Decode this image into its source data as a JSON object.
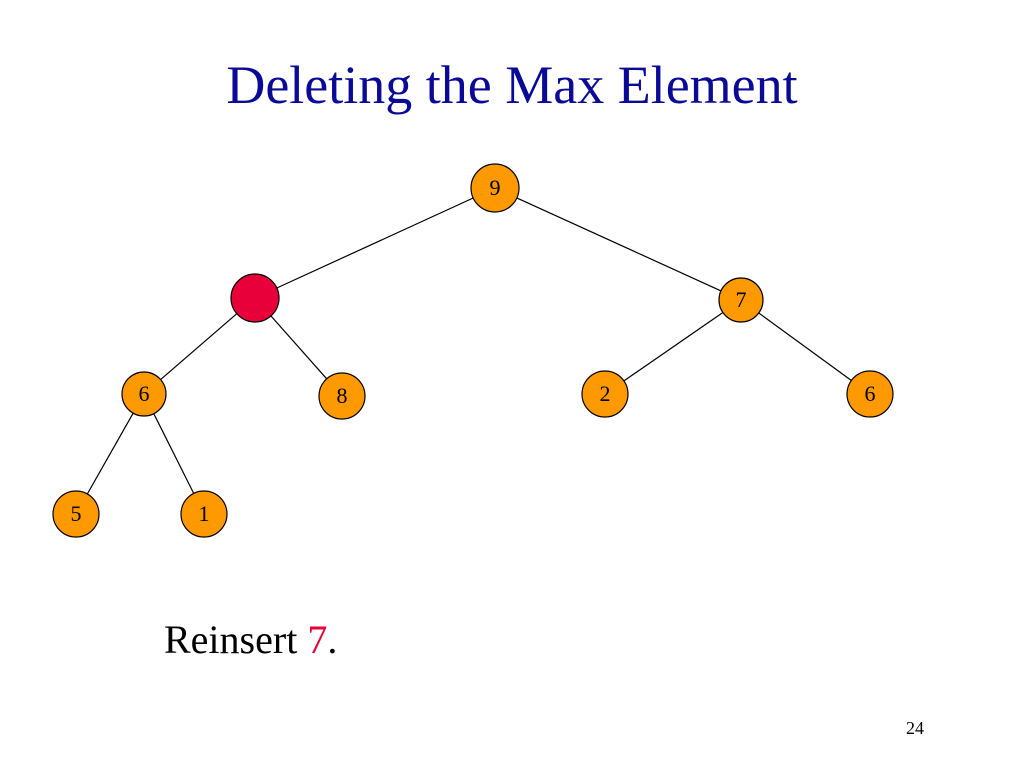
{
  "slide": {
    "title": "Deleting the Max Element",
    "caption_prefix": "Reinsert ",
    "caption_value": "7",
    "caption_suffix": ".",
    "page_number": "24"
  },
  "colors": {
    "title": "#0a0a96",
    "node_fill": "#ff9900",
    "empty_node_fill": "#e8003a",
    "caption_highlight": "#e8003a"
  },
  "tree": {
    "nodes": [
      {
        "id": "n1",
        "label": "9"
      },
      {
        "id": "n2",
        "label": "",
        "state": "empty"
      },
      {
        "id": "n3",
        "label": "7"
      },
      {
        "id": "n4",
        "label": "6"
      },
      {
        "id": "n5",
        "label": "8"
      },
      {
        "id": "n6",
        "label": "2"
      },
      {
        "id": "n7",
        "label": "6"
      },
      {
        "id": "n8",
        "label": "5"
      },
      {
        "id": "n9",
        "label": "1"
      }
    ],
    "edges": [
      [
        "n1",
        "n2"
      ],
      [
        "n1",
        "n3"
      ],
      [
        "n2",
        "n4"
      ],
      [
        "n2",
        "n5"
      ],
      [
        "n3",
        "n6"
      ],
      [
        "n3",
        "n7"
      ],
      [
        "n4",
        "n8"
      ],
      [
        "n4",
        "n9"
      ]
    ]
  }
}
